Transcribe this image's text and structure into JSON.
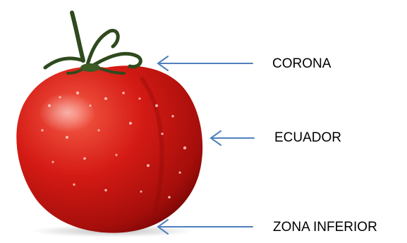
{
  "labels": {
    "top": "CORONA",
    "middle": "ECUADOR",
    "bottom": "ZONA INFERIOR"
  },
  "colors": {
    "arrow": "#4f81bd",
    "tomato_light": "#f45a45",
    "tomato": "#d41a14",
    "tomato_dark": "#7a0706",
    "stem": "#2f4a1e",
    "text": "#000000"
  },
  "icons": {
    "subject": "tomato-icon",
    "pointer": "left-arrow-icon"
  }
}
